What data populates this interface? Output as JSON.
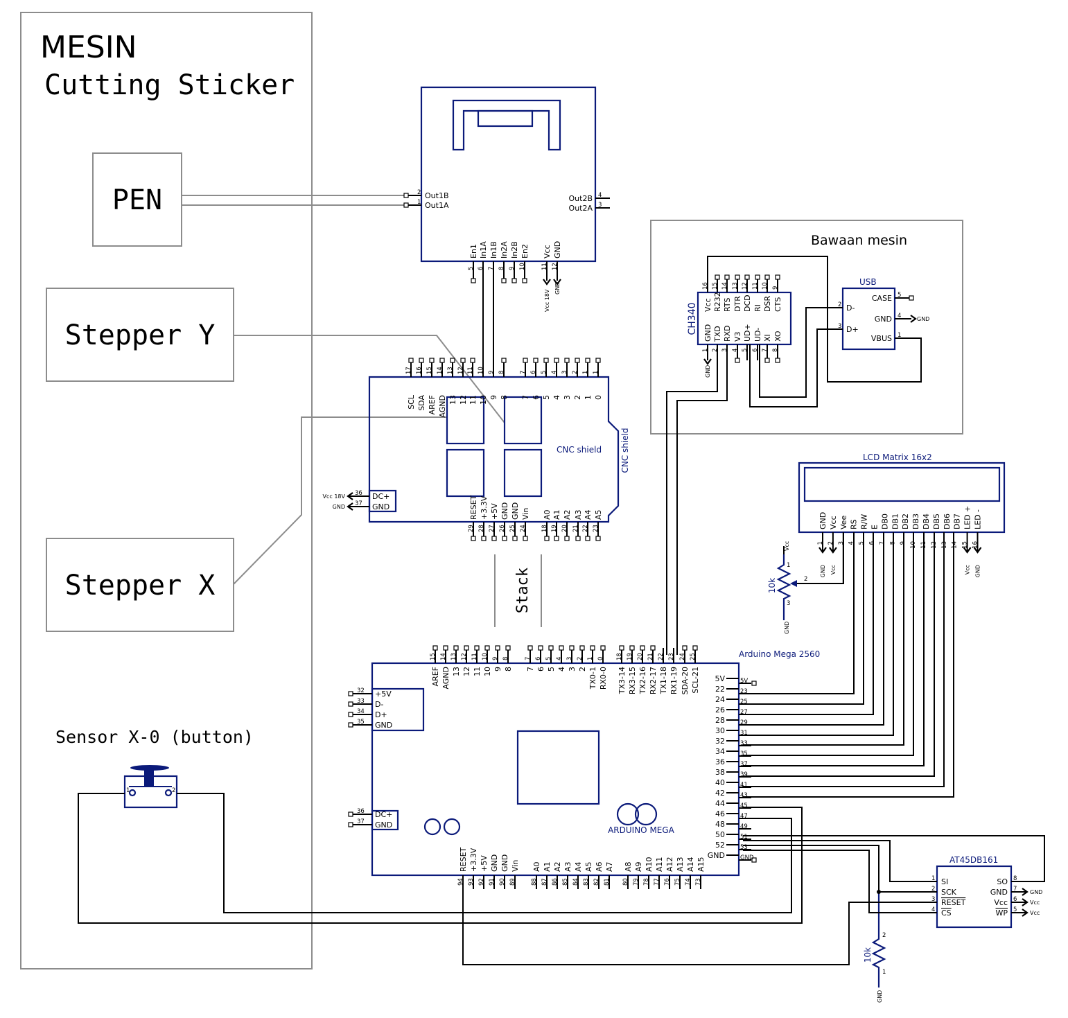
{
  "title": {
    "line1": "MESIN",
    "line2": "Cutting Sticker"
  },
  "machine_parts": {
    "pen": "PEN",
    "stepper_y": "Stepper Y",
    "stepper_x": "Stepper X",
    "sensor": "Sensor X-0 (button)"
  },
  "stack_label": "Stack",
  "bawaan_label": "Bawaan mesin",
  "motor_driver": {
    "left_pins": [
      {
        "num": "2",
        "name": "Out1B"
      },
      {
        "num": "1",
        "name": "Out1A"
      }
    ],
    "right_pins": [
      {
        "num": "4",
        "name": "Out2B"
      },
      {
        "num": "3",
        "name": "Out2A"
      }
    ],
    "bottom_pins": [
      {
        "num": "5",
        "name": "En1"
      },
      {
        "num": "6",
        "name": "In1A"
      },
      {
        "num": "7",
        "name": "In1B"
      },
      {
        "num": "8",
        "name": "In2A"
      },
      {
        "num": "9",
        "name": "In2B"
      },
      {
        "num": "10",
        "name": "En2"
      },
      {
        "num": "11",
        "name": "Vcc"
      },
      {
        "num": "12",
        "name": "GND"
      }
    ],
    "power": {
      "vcc": "Vcc 18V",
      "gnd": "GND"
    }
  },
  "cnc_shield": {
    "label": "CNC shield",
    "side_label": "CNC shield",
    "top_pins": [
      {
        "num": "17",
        "name": "SCL"
      },
      {
        "num": "16",
        "name": "SDA"
      },
      {
        "num": "15",
        "name": "AREF"
      },
      {
        "num": "14",
        "name": "AGND"
      },
      {
        "num": "13",
        "name": "13"
      },
      {
        "num": "12",
        "name": "12"
      },
      {
        "num": "11",
        "name": "11"
      },
      {
        "num": "10",
        "name": "10"
      },
      {
        "num": "9",
        "name": "9"
      },
      {
        "num": "8",
        "name": "8"
      },
      {
        "num": "7",
        "name": "7"
      },
      {
        "num": "6",
        "name": "6"
      },
      {
        "num": "5",
        "name": "5"
      },
      {
        "num": "4",
        "name": "4"
      },
      {
        "num": "3",
        "name": "3"
      },
      {
        "num": "2",
        "name": "2"
      },
      {
        "num": "1",
        "name": "1"
      },
      {
        "num": "1",
        "name": "0"
      }
    ],
    "bottom_pins": [
      {
        "num": "29",
        "name": "RESET"
      },
      {
        "num": "28",
        "name": "+3.3V"
      },
      {
        "num": "27",
        "name": "+5V"
      },
      {
        "num": "26",
        "name": "GND"
      },
      {
        "num": "25",
        "name": "GND"
      },
      {
        "num": "24",
        "name": "Vin"
      },
      {
        "num": "18",
        "name": "A0"
      },
      {
        "num": "19",
        "name": "A1"
      },
      {
        "num": "20",
        "name": "A2"
      },
      {
        "num": "21",
        "name": "A3"
      },
      {
        "num": "22",
        "name": "A4"
      },
      {
        "num": "23",
        "name": "A5"
      }
    ],
    "power_pins": [
      {
        "num": "36",
        "name": "DC+",
        "net": "Vcc 18V"
      },
      {
        "num": "37",
        "name": "GND",
        "net": "GND"
      }
    ]
  },
  "ch340": {
    "label": "CH340",
    "top_pins": [
      {
        "num": "16",
        "name": "Vcc"
      },
      {
        "num": "15",
        "name": "R232"
      },
      {
        "num": "14",
        "name": "RTS"
      },
      {
        "num": "13",
        "name": "DTR"
      },
      {
        "num": "12",
        "name": "DCD"
      },
      {
        "num": "11",
        "name": "RI"
      },
      {
        "num": "10",
        "name": "DSR"
      },
      {
        "num": "9",
        "name": "CTS"
      }
    ],
    "bottom_pins": [
      {
        "num": "1",
        "name": "GND"
      },
      {
        "num": "2",
        "name": "TXD"
      },
      {
        "num": "3",
        "name": "RXD"
      },
      {
        "num": "4",
        "name": "V3"
      },
      {
        "num": "5",
        "name": "UD+"
      },
      {
        "num": "6",
        "name": "UD-"
      },
      {
        "num": "7",
        "name": "XI"
      },
      {
        "num": "8",
        "name": "XO"
      }
    ],
    "gnd": "GND"
  },
  "usb": {
    "label": "USB",
    "left_pins": [
      {
        "num": "2",
        "name": "D-"
      },
      {
        "num": "3",
        "name": "D+"
      }
    ],
    "right_pins": [
      {
        "num": "5",
        "name": "CASE"
      },
      {
        "num": "4",
        "name": "GND"
      },
      {
        "num": "1",
        "name": "VBUS"
      }
    ],
    "gnd": "GND"
  },
  "lcd": {
    "label": "LCD Matrix 16x2",
    "pins": [
      {
        "num": "1",
        "name": "GND",
        "net": "GND"
      },
      {
        "num": "2",
        "name": "Vcc",
        "net": "Vcc"
      },
      {
        "num": "3",
        "name": "Vee"
      },
      {
        "num": "4",
        "name": "RS"
      },
      {
        "num": "5",
        "name": "R/W"
      },
      {
        "num": "6",
        "name": "E"
      },
      {
        "num": "7",
        "name": "DB0"
      },
      {
        "num": "8",
        "name": "DB1"
      },
      {
        "num": "9",
        "name": "DB2"
      },
      {
        "num": "10",
        "name": "DB3"
      },
      {
        "num": "11",
        "name": "DB4"
      },
      {
        "num": "12",
        "name": "DB5"
      },
      {
        "num": "13",
        "name": "DB6"
      },
      {
        "num": "14",
        "name": "DB7"
      },
      {
        "num": "15",
        "name": "LED +",
        "net": "Vcc"
      },
      {
        "num": "16",
        "name": "LED -",
        "net": "GND"
      }
    ]
  },
  "pot": {
    "value": "10k",
    "pins": [
      "1",
      "2",
      "3"
    ],
    "vcc": "Vcc",
    "gnd": "GND"
  },
  "arduino": {
    "label": "Arduino Mega 2560",
    "logo": "ARDUINO MEGA",
    "top_pins": [
      {
        "num": "15",
        "name": "AREF"
      },
      {
        "num": "14",
        "name": "AGND"
      },
      {
        "num": "13",
        "name": "13"
      },
      {
        "num": "12",
        "name": "12"
      },
      {
        "num": "11",
        "name": "11"
      },
      {
        "num": "10",
        "name": "10"
      },
      {
        "num": "9",
        "name": "9"
      },
      {
        "num": "8",
        "name": "8"
      },
      {
        "num": "7",
        "name": "7"
      },
      {
        "num": "6",
        "name": "6"
      },
      {
        "num": "5",
        "name": "5"
      },
      {
        "num": "4",
        "name": "4"
      },
      {
        "num": "3",
        "name": "3"
      },
      {
        "num": "2",
        "name": "2"
      },
      {
        "num": "1",
        "name": "TX0-1"
      },
      {
        "num": "0",
        "name": "RX0-0"
      },
      {
        "num": "18",
        "name": "TX3-14"
      },
      {
        "num": "19",
        "name": "RX3-15"
      },
      {
        "num": "20",
        "name": "TX2-16"
      },
      {
        "num": "21",
        "name": "RX2-17"
      },
      {
        "num": "22",
        "name": "TX1-18"
      },
      {
        "num": "23",
        "name": "RX1-19"
      },
      {
        "num": "24",
        "name": "SDA-20"
      },
      {
        "num": "25",
        "name": "SCL-21"
      }
    ],
    "bottom_pins": [
      {
        "num": "94",
        "name": "RESET"
      },
      {
        "num": "93",
        "name": "+3.3V"
      },
      {
        "num": "92",
        "name": "+5V"
      },
      {
        "num": "91",
        "name": "GND"
      },
      {
        "num": "90",
        "name": "GND"
      },
      {
        "num": "89",
        "name": "Vin"
      },
      {
        "num": "88",
        "name": "A0"
      },
      {
        "num": "87",
        "name": "A1"
      },
      {
        "num": "86",
        "name": "A2"
      },
      {
        "num": "85",
        "name": "A3"
      },
      {
        "num": "84",
        "name": "A4"
      },
      {
        "num": "83",
        "name": "A5"
      },
      {
        "num": "82",
        "name": "A6"
      },
      {
        "num": "81",
        "name": "A7"
      },
      {
        "num": "80",
        "name": "A8"
      },
      {
        "num": "79",
        "name": "A9"
      },
      {
        "num": "78",
        "name": "A10"
      },
      {
        "num": "77",
        "name": "A11"
      },
      {
        "num": "76",
        "name": "A12"
      },
      {
        "num": "75",
        "name": "A13"
      },
      {
        "num": "74",
        "name": "A14"
      },
      {
        "num": "73",
        "name": "A15"
      }
    ],
    "right_left_labels": [
      "5V",
      "22",
      "24",
      "26",
      "28",
      "30",
      "32",
      "34",
      "36",
      "38",
      "40",
      "42",
      "44",
      "46",
      "48",
      "50",
      "52",
      "GND"
    ],
    "right_inner_labels": [
      "5V",
      "23",
      "25",
      "27",
      "29",
      "31",
      "33",
      "35",
      "37",
      "39",
      "41",
      "43",
      "45",
      "47",
      "49",
      "51",
      "53",
      "GND"
    ],
    "usb_pins": [
      {
        "num": "32",
        "name": "+5V"
      },
      {
        "num": "33",
        "name": "D-"
      },
      {
        "num": "34",
        "name": "D+"
      },
      {
        "num": "35",
        "name": "GND"
      }
    ],
    "power_pins": [
      {
        "num": "36",
        "name": "DC+"
      },
      {
        "num": "37",
        "name": "GND"
      }
    ]
  },
  "flash": {
    "label": "AT45DB161",
    "left_pins": [
      {
        "num": "1",
        "name": "SI"
      },
      {
        "num": "2",
        "name": "SCK"
      },
      {
        "num": "3",
        "name": "RESET"
      },
      {
        "num": "4",
        "name": "CS"
      }
    ],
    "right_pins": [
      {
        "num": "8",
        "name": "SO",
        "net": ""
      },
      {
        "num": "7",
        "name": "GND",
        "net": "GND"
      },
      {
        "num": "6",
        "name": "Vcc",
        "net": "Vcc"
      },
      {
        "num": "5",
        "name": "WP",
        "net": "Vcc"
      }
    ]
  },
  "pulldown": {
    "value": "10k",
    "pins": [
      "2",
      "1"
    ],
    "gnd": "GND"
  },
  "button": {
    "pins": [
      "1",
      "2"
    ]
  }
}
